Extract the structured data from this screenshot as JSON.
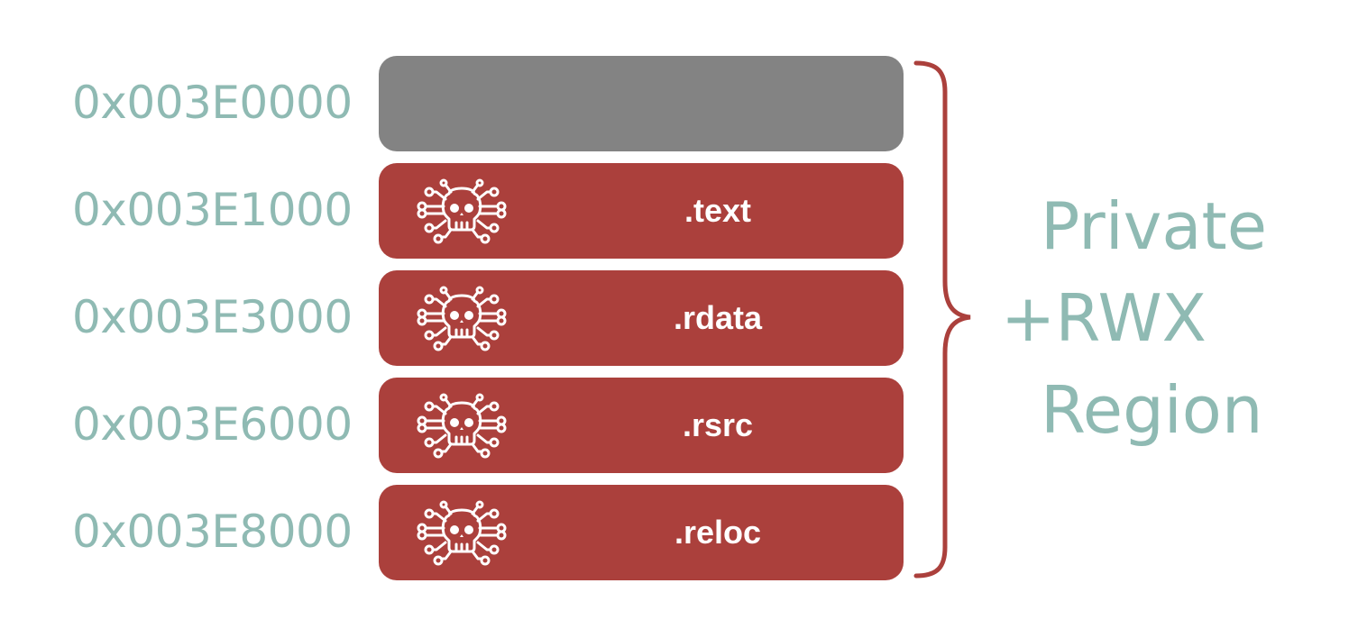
{
  "addresses": [
    "0x003E0000",
    "0x003E1000",
    "0x003E3000",
    "0x003E6000",
    "0x003E8000"
  ],
  "sections": [
    {
      "label": ""
    },
    {
      "label": ".text"
    },
    {
      "label": ".rdata"
    },
    {
      "label": ".rsrc"
    },
    {
      "label": ".reloc"
    }
  ],
  "region": {
    "line1": "Private",
    "line2": "+RWX",
    "line3": "Region"
  },
  "colors": {
    "address_text": "#8fbab3",
    "header_block": "#838383",
    "section_block": "#ab403c",
    "brace": "#ab403c",
    "section_text": "#ffffff"
  },
  "icons": {
    "section_icon": "skull-circuit-icon"
  }
}
